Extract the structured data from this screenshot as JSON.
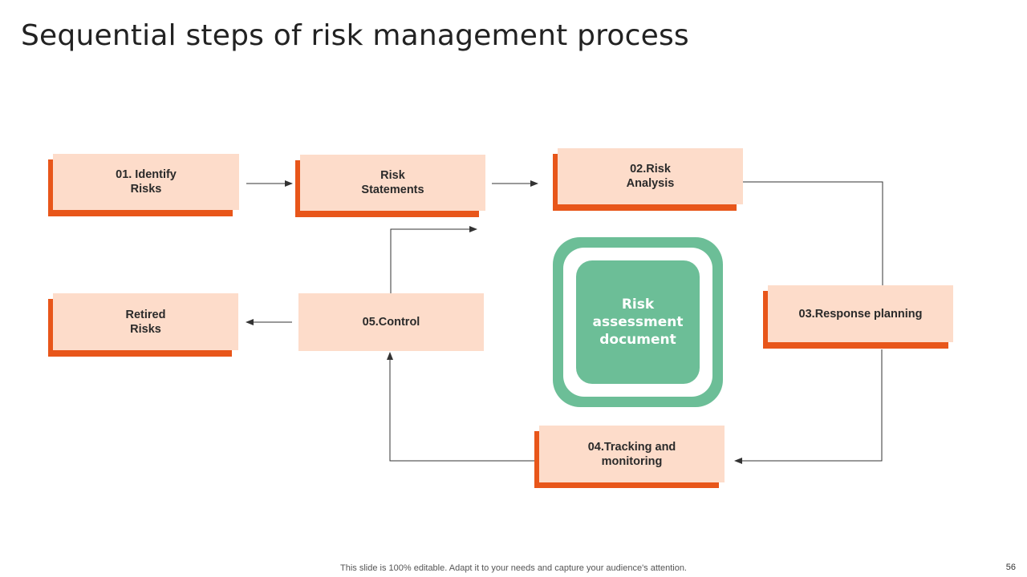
{
  "title": "Sequential steps of risk management process",
  "colors": {
    "accent_orange": "#e8561a",
    "box_fill": "#fddcca",
    "center_green": "#6cbe97",
    "connector": "#333333"
  },
  "steps": {
    "identify": "01. Identify\nRisks",
    "statements": "Risk\nStatements",
    "analysis": "02.Risk\nAnalysis",
    "retired": "Retired\nRisks",
    "control": "05.Control",
    "response": "03.Response planning",
    "tracking": "04.Tracking and\nmonitoring"
  },
  "center": {
    "label": "Risk\nassessment\ndocument"
  },
  "footer": {
    "note": "This slide is 100% editable. Adapt it to your needs and capture your audience's attention.",
    "page_number": "56"
  }
}
